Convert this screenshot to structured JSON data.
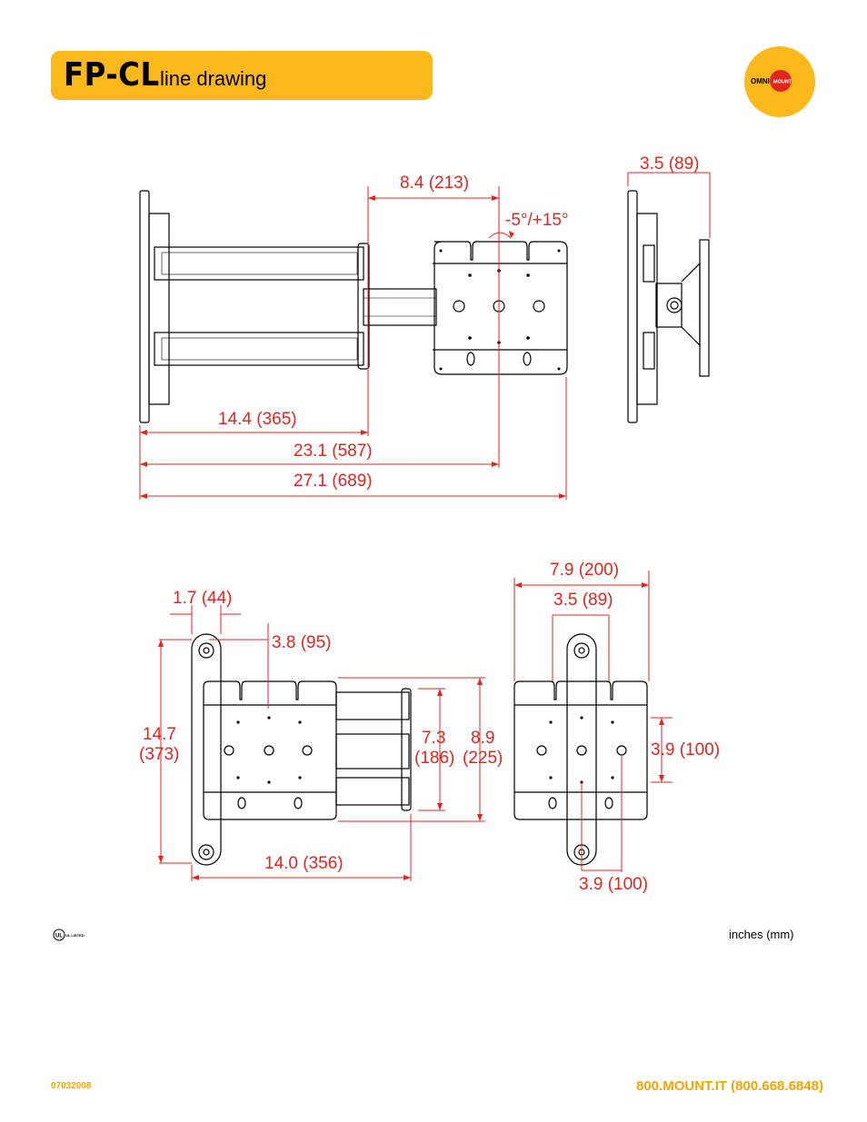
{
  "header": {
    "model": "FP-CL",
    "subtitle": "line drawing",
    "accent_color": "#fbb81a"
  },
  "logo": {
    "text_left": "OMNI",
    "text_right": "MOUNT",
    "icon": "omnimount-logo-icon"
  },
  "certification": {
    "text": "UL LISTED",
    "icon": "ul-listed-icon"
  },
  "dimensions": {
    "side_depth_small": "3.5 (89)",
    "arm_offset": "8.4 (213)",
    "tilt": "-5°/+15°",
    "retracted_depth": "14.4 (365)",
    "center_extension": "23.1 (587)",
    "max_extension": "27.1 (689)",
    "wall_plate_offset": "1.7 (44)",
    "hole_offset": "3.8 (95)",
    "plate_height_1": "14.7",
    "plate_height_2": "(373)",
    "arm_height_1": "7.3",
    "arm_height_2": "(186)",
    "bracket_height_1": "8.9",
    "bracket_height_2": "(225)",
    "top_width": "14.0 (356)",
    "front_width": "7.9 (200)",
    "front_depth": "3.5 (89)",
    "vesa_vertical": "3.9 (100)",
    "vesa_horizontal": "3.9 (100)"
  },
  "footer": {
    "units": "inches (mm)",
    "doc_number": "07032008",
    "phone": "800.MOUNT.IT (800.668.6848)",
    "footer_color": "#f5a400",
    "dimension_color": "#e0261f"
  }
}
